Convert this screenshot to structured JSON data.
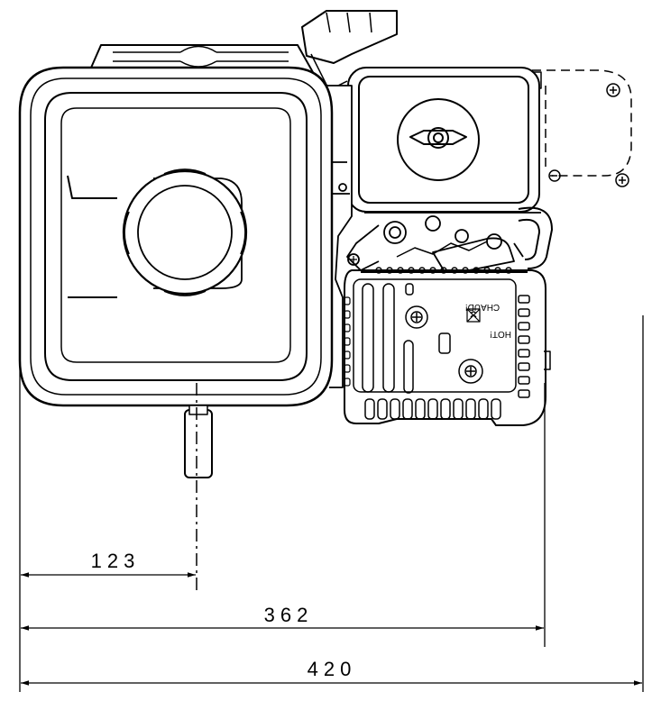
{
  "colors": {
    "stroke": "#000000",
    "background": "#ffffff"
  },
  "dimensions": {
    "d1": {
      "value": "123"
    },
    "d2": {
      "value": "362"
    },
    "d3": {
      "value": "420"
    }
  },
  "labels": {
    "hot": "HOT!",
    "chaud": "CHAUD!"
  }
}
